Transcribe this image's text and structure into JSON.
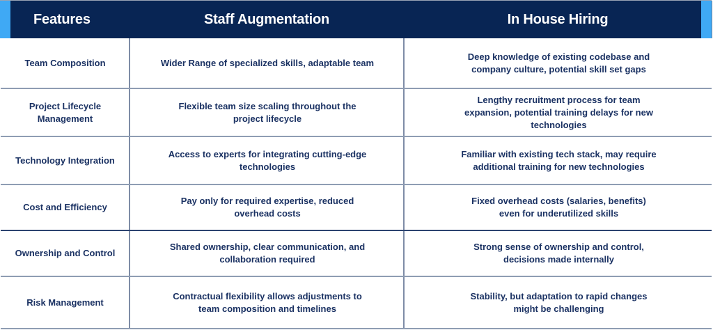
{
  "header": {
    "columns": [
      "Features",
      "Staff Augmentation",
      "In House Hiring"
    ],
    "colors": {
      "header_bg": "#082554",
      "accent": "#3fa9f5",
      "header_text": "#ffffff",
      "body_text": "#1b3263"
    }
  },
  "rows": [
    {
      "feature": "Team Composition",
      "staff_augmentation": "Wider Range of specialized skills, adaptable team",
      "in_house_hiring": "Deep knowledge of existing codebase and\ncompany culture, potential skill set gaps"
    },
    {
      "feature": "Project Lifecycle\nManagement",
      "staff_augmentation": "Flexible team size scaling throughout the\nproject lifecycle",
      "in_house_hiring": "Lengthy recruitment process for team\nexpansion, potential training delays for new\ntechnologies"
    },
    {
      "feature": "Technology Integration",
      "staff_augmentation": "Access to experts for integrating cutting-edge\ntechnologies",
      "in_house_hiring": "Familiar with existing tech stack, may require\nadditional training for new technologies"
    },
    {
      "feature": "Cost and Efficiency",
      "staff_augmentation": "Pay only for required expertise, reduced\noverhead costs",
      "in_house_hiring": "Fixed overhead costs (salaries, benefits)\neven for underutilized skills"
    },
    {
      "feature": "Ownership and Control",
      "staff_augmentation": "Shared ownership, clear communication, and\ncollaboration required",
      "in_house_hiring": "Strong sense of ownership and control,\ndecisions made internally"
    },
    {
      "feature": "Risk Management",
      "staff_augmentation": "Contractual flexibility allows adjustments to\nteam composition and timelines",
      "in_house_hiring": "Stability, but adaptation to rapid changes\nmight be challenging"
    }
  ]
}
